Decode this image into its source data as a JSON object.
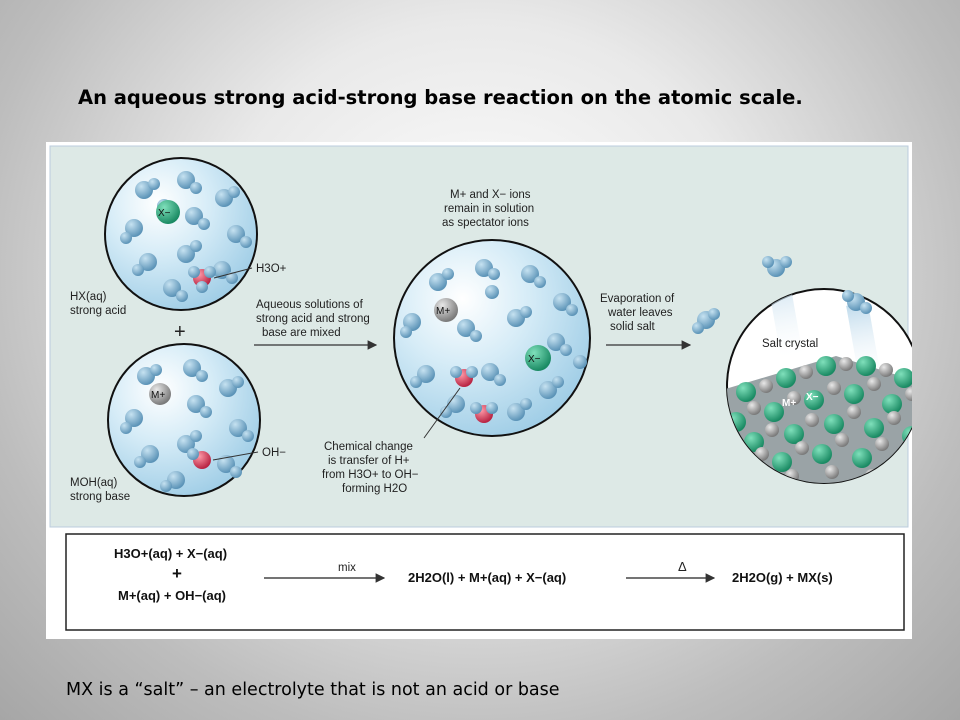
{
  "title": "An aqueous strong acid-strong base reaction on the atomic scale.",
  "footnote": "MX is a “salt” – an electrolyte that is not an acid or base",
  "colors": {
    "panel_bg": "#dde9e6",
    "water_molecule": "#7fb0cf",
    "anion_green": "#27a27a",
    "cation_gray": "#9a9a9a",
    "hydronium_red": "#d8435e"
  },
  "diagram": {
    "acid": {
      "name": "HX(aq)",
      "desc": "strong acid",
      "ion_anion": "X−",
      "ion_hydronium": "H3O+"
    },
    "plus_sign": "+",
    "base": {
      "name": "MOH(aq)",
      "desc": "strong base",
      "ion_cation": "M+",
      "ion_hydroxide": "OH−"
    },
    "mixing_caption": [
      "Aqueous solutions of",
      "strong acid and strong",
      "base are mixed"
    ],
    "spectator_caption": [
      "M+ and X− ions",
      "remain in solution",
      "as spectator ions"
    ],
    "mixed_ions": {
      "cation": "M+",
      "anion": "X−"
    },
    "chemical_change_caption": [
      "Chemical change",
      "is transfer of H+",
      "from H3O+ to OH−",
      "forming H2O"
    ],
    "evaporation_caption": [
      "Evaporation of",
      "water leaves",
      "solid salt"
    ],
    "salt_crystal_label": "Salt crystal",
    "crystal_ions": {
      "cation": "M+",
      "anion": "X−"
    }
  },
  "equation": {
    "reactant_1": "H3O+(aq) + X−(aq)",
    "plus": "+",
    "reactant_2": "M+(aq) + OH−(aq)",
    "arrow_1_label": "mix",
    "middle": "2H2O(l) + M+(aq) + X−(aq)",
    "arrow_2_label": "Δ",
    "product": "2H2O(g) + MX(s)"
  }
}
